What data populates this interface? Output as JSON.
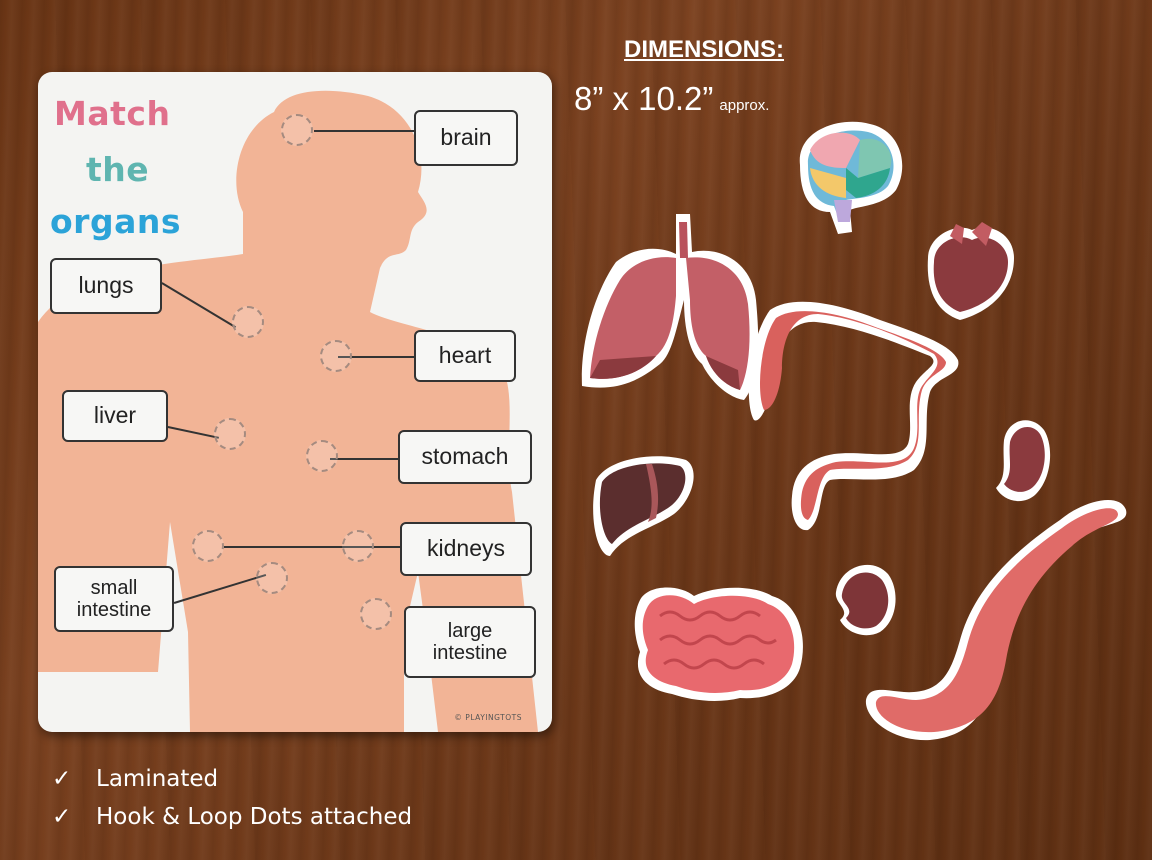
{
  "header": {
    "dimensions_title": "DIMENSIONS:",
    "dimensions_value": "8” x 10.2”",
    "dimensions_note": "approx."
  },
  "board": {
    "title_lines": [
      "Match",
      "the",
      "organs"
    ],
    "title_colors": [
      "#e0708c",
      "#5fb5b0",
      "#2ba3d8"
    ],
    "skin_color": "#f2b496",
    "labels": {
      "brain": "brain",
      "lungs": "lungs",
      "heart": "heart",
      "liver": "liver",
      "stomach": "stomach",
      "kidneys": "kidneys",
      "small_intestine": "small\nintestine",
      "large_intestine": "large\nintestine"
    },
    "credit": "© PLAYINGTOTS"
  },
  "features": [
    {
      "check": "✓",
      "text": "Laminated"
    },
    {
      "check": "✓",
      "text": "Hook & Loop Dots attached"
    }
  ]
}
